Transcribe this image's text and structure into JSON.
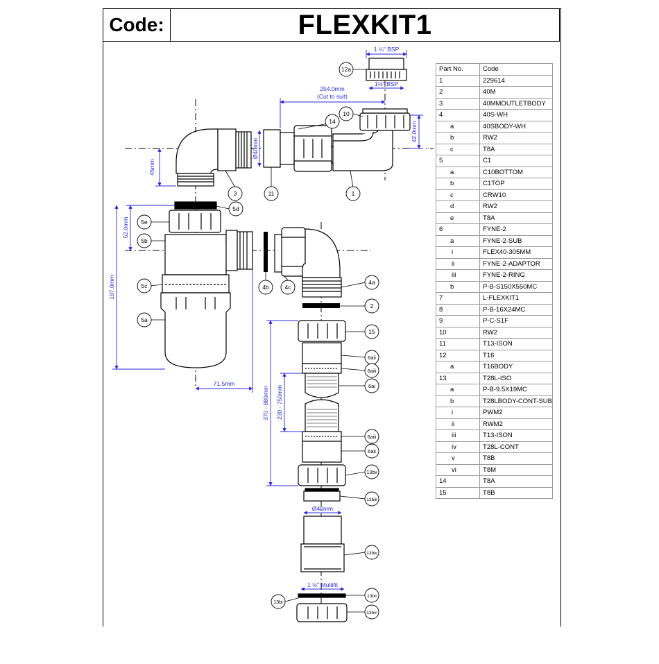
{
  "header": {
    "code_label": "Code:",
    "title": "FLEXKIT1"
  },
  "dimensions": {
    "bsp_top": "1 ¼\" BSP",
    "bsp_bottom": "1½\" BSP",
    "pipe_length": "254.0mm",
    "cut_to_suit": "(Cut to suit)",
    "height_42": "42.0mm",
    "dia_40_vertical": "Ø40mm",
    "height_45": "45mm",
    "height_52": "52.0mm",
    "height_197": "197.0mm",
    "width_71": "71.5mm",
    "range_370_880": "370 - 880mm",
    "range_230_750": "230 - 750mm",
    "dia_40": "Ø40mm",
    "multifit": "1 ½\" Multifit"
  },
  "callouts": {
    "c12a": "12a",
    "c10": "10",
    "c14": "14",
    "c3": "3",
    "c11": "11",
    "c1": "1",
    "c5d": "5d",
    "c5e": "5e",
    "c5b": "5b",
    "c5c": "5c",
    "c5a": "5a",
    "c4b": "4b",
    "c4c": "4c",
    "c4a": "4a",
    "c2": "2",
    "c15": "15",
    "c6aii_1": "6aii",
    "c6aiii_1": "6aiii",
    "c6ai": "6ai",
    "c6aiii_2": "6aiii",
    "c6aii_2": "6aii",
    "c13bv": "13bv",
    "c13biii": "13biii",
    "c13biv": "13biv",
    "c13bii": "13bii",
    "c13bi": "13bi",
    "c13bvi": "13bvi"
  },
  "parts_table": {
    "headers": [
      "Part No.",
      "Code"
    ],
    "rows": [
      {
        "part": "1",
        "code": "229614"
      },
      {
        "part": "2",
        "code": "40M"
      },
      {
        "part": "3",
        "code": "40MMOUTLETBODY"
      },
      {
        "part": "4",
        "code": "40S-WH"
      },
      {
        "part": "a",
        "code": "40SBODY-WH"
      },
      {
        "part": "b",
        "code": "RW2"
      },
      {
        "part": "c",
        "code": "T8A"
      },
      {
        "part": "5",
        "code": "C1"
      },
      {
        "part": "a",
        "code": "C10BOTTOM"
      },
      {
        "part": "b",
        "code": "C1TOP"
      },
      {
        "part": "c",
        "code": "CRW10"
      },
      {
        "part": "d",
        "code": "RW2"
      },
      {
        "part": "e",
        "code": "T8A"
      },
      {
        "part": "6",
        "code": "FYNE-2"
      },
      {
        "part": "a",
        "code": "FYNE-2-SUB"
      },
      {
        "part": "i",
        "code": "FLEX40-305MM"
      },
      {
        "part": "ii",
        "code": "FYNE-2-ADAPTOR"
      },
      {
        "part": "iii",
        "code": "FYNE-2-RING"
      },
      {
        "part": "b",
        "code": "P-B-S150X550MC"
      },
      {
        "part": "7",
        "code": "L-FLEXKIT1"
      },
      {
        "part": "8",
        "code": "P-B-16X24MC"
      },
      {
        "part": "9",
        "code": "P-C-S1F"
      },
      {
        "part": "10",
        "code": "RW2"
      },
      {
        "part": "11",
        "code": "T13-ISON"
      },
      {
        "part": "12",
        "code": "T16"
      },
      {
        "part": "a",
        "code": "T16BODY"
      },
      {
        "part": "13",
        "code": "T28L-ISO"
      },
      {
        "part": "a",
        "code": "P-B-9.5X19MC"
      },
      {
        "part": "b",
        "code": "T28LBODY-CONT-SUB"
      },
      {
        "part": "i",
        "code": "PWM2"
      },
      {
        "part": "ii",
        "code": "RWM2"
      },
      {
        "part": "iii",
        "code": "T13-ISON"
      },
      {
        "part": "iv",
        "code": "T28L-CONT"
      },
      {
        "part": "v",
        "code": "T8B"
      },
      {
        "part": "vi",
        "code": "T8M"
      },
      {
        "part": "14",
        "code": "T8A"
      },
      {
        "part": "15",
        "code": "T8B"
      }
    ]
  },
  "colors": {
    "dimension": "#2a2ad6",
    "line": "#000000",
    "grid": "#9a9a9a"
  }
}
